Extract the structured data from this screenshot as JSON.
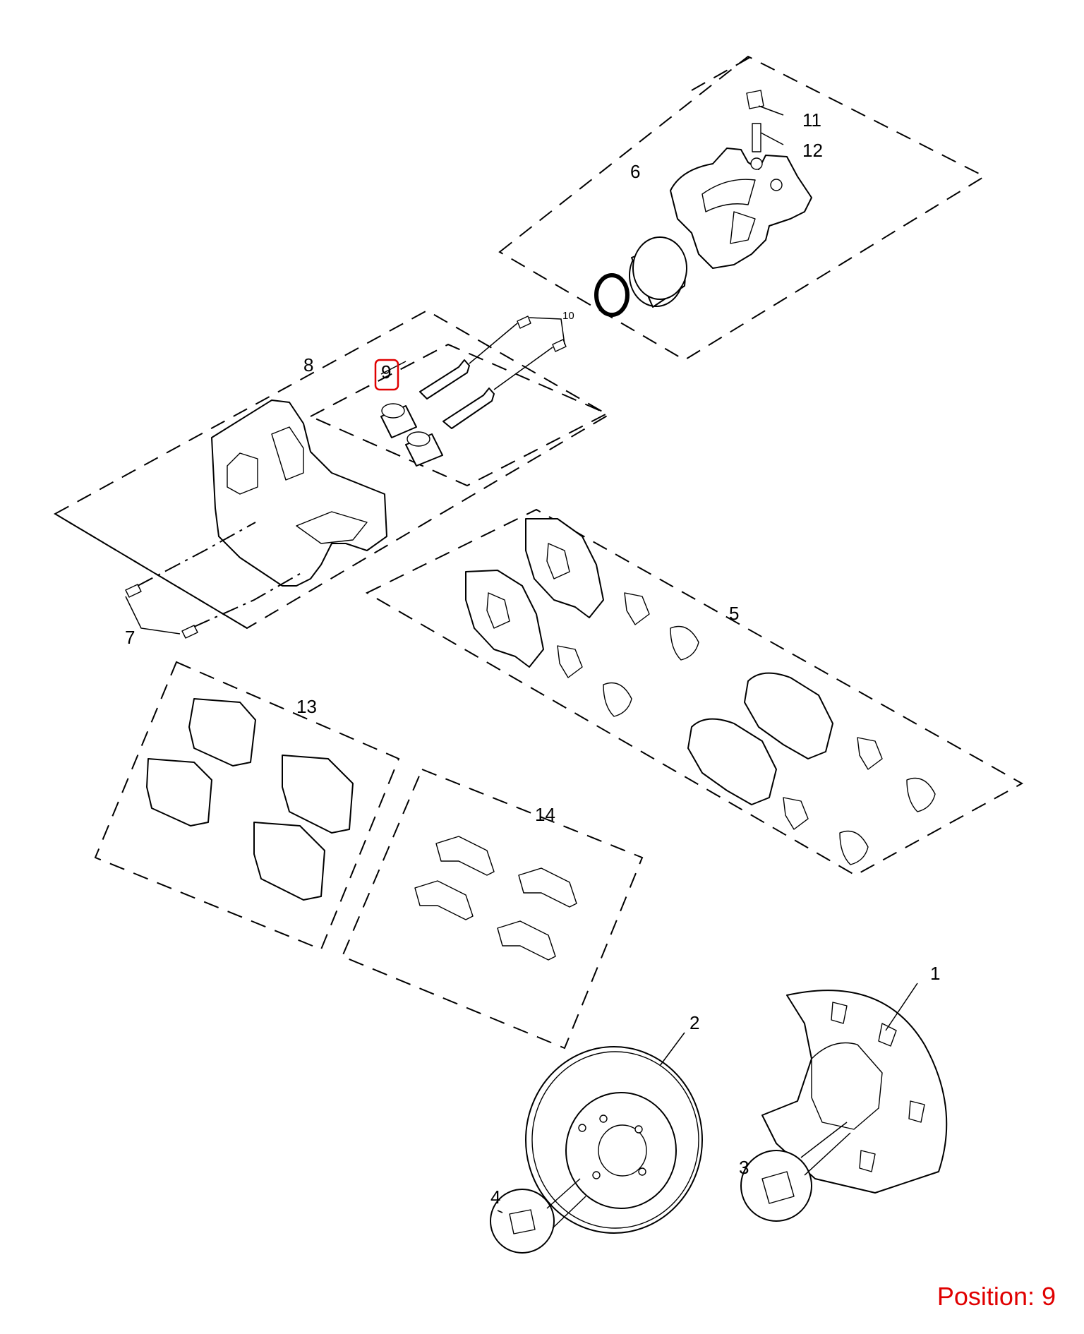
{
  "callouts": {
    "c1": "1",
    "c2": "2",
    "c3": "3",
    "c4": "4",
    "c5": "5",
    "c6": "6",
    "c7": "7",
    "c8": "8",
    "c9": "9",
    "c10": "10",
    "c11": "11",
    "c12": "12",
    "c13": "13",
    "c14": "14"
  },
  "highlighted_callout": "9",
  "position_label": "Position: 9",
  "colors": {
    "highlight": "#e00000",
    "line": "#000000",
    "background": "#ffffff"
  }
}
